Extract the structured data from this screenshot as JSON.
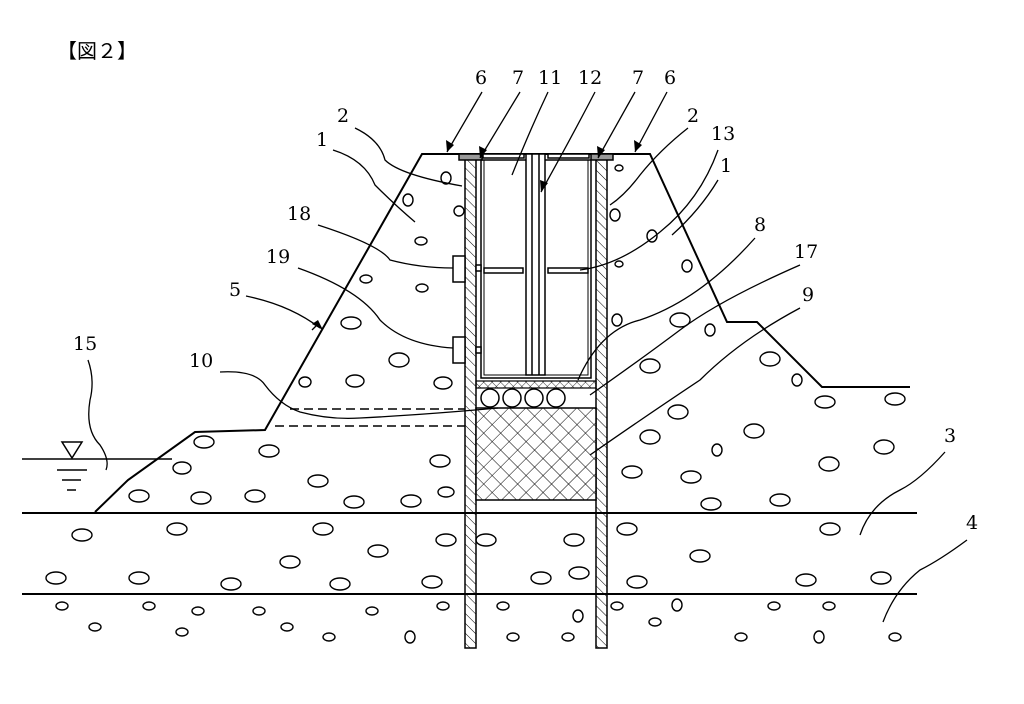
{
  "figure": {
    "title": "【図２】"
  },
  "labels": {
    "l6a": "6",
    "l7a": "7",
    "l11": "11",
    "l12": "12",
    "l7b": "7",
    "l6b": "6",
    "l2a": "2",
    "l1a": "1",
    "l2b": "2",
    "l13": "13",
    "l1b": "1",
    "l18": "18",
    "l8": "8",
    "l17": "17",
    "l19": "19",
    "l9": "9",
    "l5": "5",
    "l15": "15",
    "l10": "10",
    "l3": "3",
    "l4": "4"
  },
  "colors": {
    "line": "#000000",
    "background": "#ffffff"
  }
}
